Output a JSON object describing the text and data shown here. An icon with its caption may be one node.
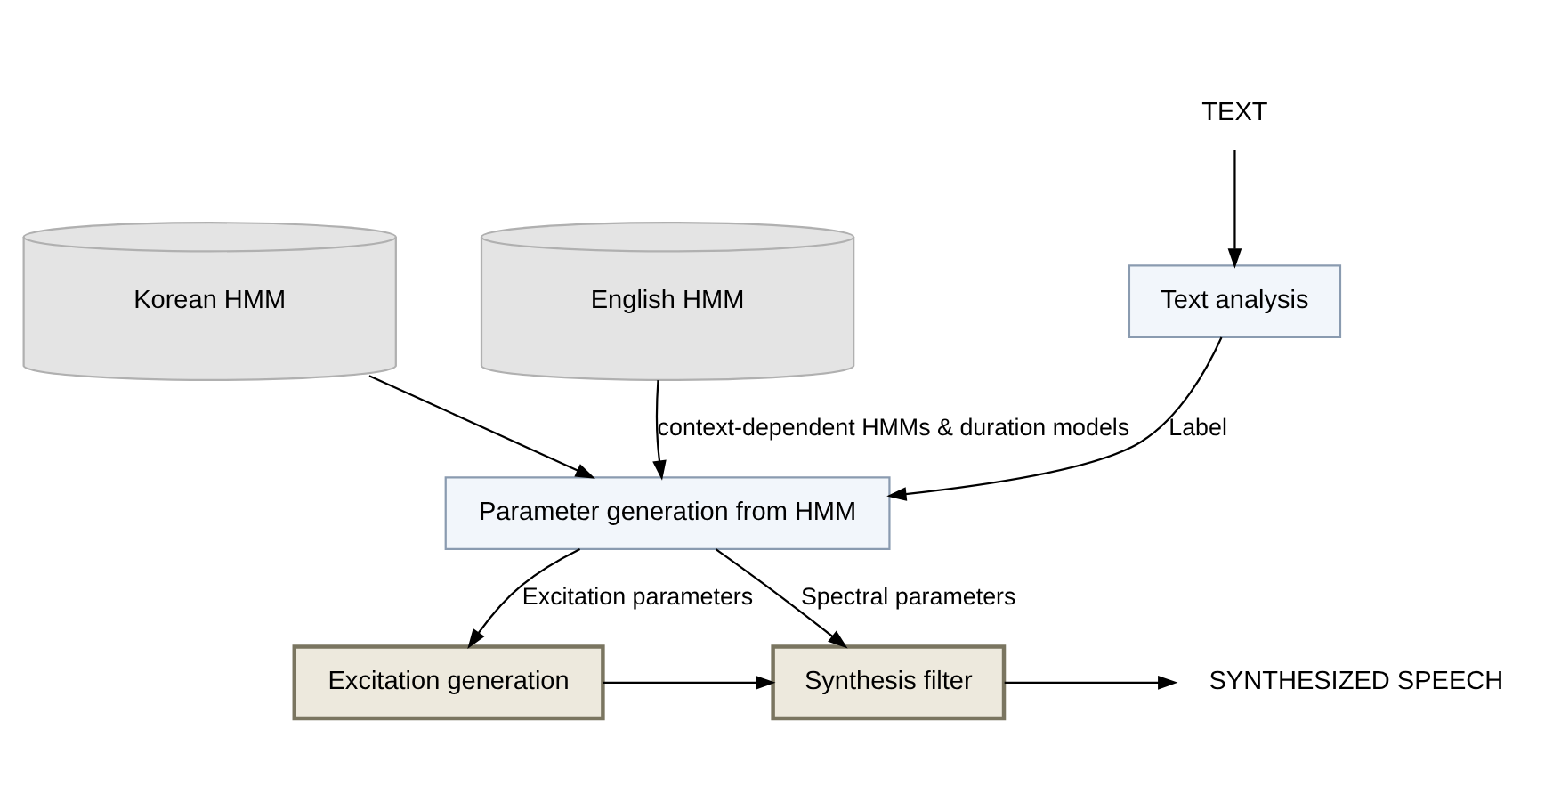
{
  "diagram": {
    "nodes": [
      {
        "text": [
          "Korean HMM"
        ]
      },
      {
        "text": [
          "English HMM"
        ]
      },
      {
        "text": [
          "TEXT"
        ]
      },
      {
        "text": [
          "Text analysis"
        ]
      },
      {
        "text": [
          "Parameter generation from HMM"
        ]
      },
      {
        "text": [
          "Excitation generation"
        ]
      },
      {
        "text": [
          "Synthesis filter"
        ]
      },
      {
        "text": [
          "SYNTHESIZED SPEECH"
        ]
      }
    ],
    "edges": [
      {
        "from": 0,
        "to": 4,
        "arrow": "to"
      },
      {
        "from": 1,
        "to": 4,
        "arrow": "to",
        "label": "context-dependent HMMs & duration models"
      },
      {
        "from": 2,
        "to": 3,
        "arrow": "to"
      },
      {
        "from": 3,
        "to": 4,
        "arrow": "to",
        "label": "Label"
      },
      {
        "from": 4,
        "to": 5,
        "arrow": "to",
        "label": "Excitation parameters"
      },
      {
        "from": 4,
        "to": 6,
        "arrow": "to",
        "label": "Spectral parameters"
      },
      {
        "from": 5,
        "to": 6,
        "arrow": "to"
      },
      {
        "from": 6,
        "to": 7,
        "arrow": "to"
      }
    ]
  }
}
